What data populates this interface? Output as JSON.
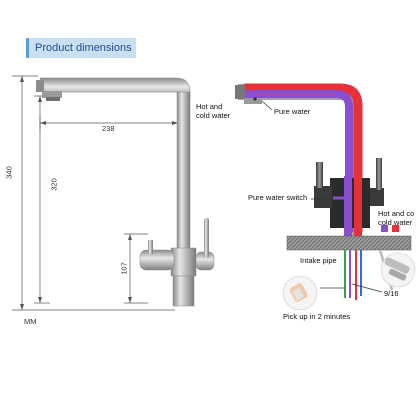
{
  "title": "Product dimensions",
  "dimensions": {
    "spout_reach": "238",
    "total_height": "340",
    "spout_height": "320",
    "handle_height": "107",
    "unit": "MM"
  },
  "labels": {
    "hot_cold_water": "Hot and\ncold water",
    "pure_water": "Pure water",
    "pure_water_switch": "Pure water switch",
    "hot_cold_right": "Hot and co\ncold water",
    "intake_pipe": "Intake pipe",
    "thread": "9/16",
    "pickup": "Pick up in 2 minutes"
  },
  "colors": {
    "hot": "#e8303a",
    "pure": "#8a4fd0",
    "cold": "#2f6fd6",
    "green": "#2fa84a",
    "title_bg": "#c9dff2"
  }
}
